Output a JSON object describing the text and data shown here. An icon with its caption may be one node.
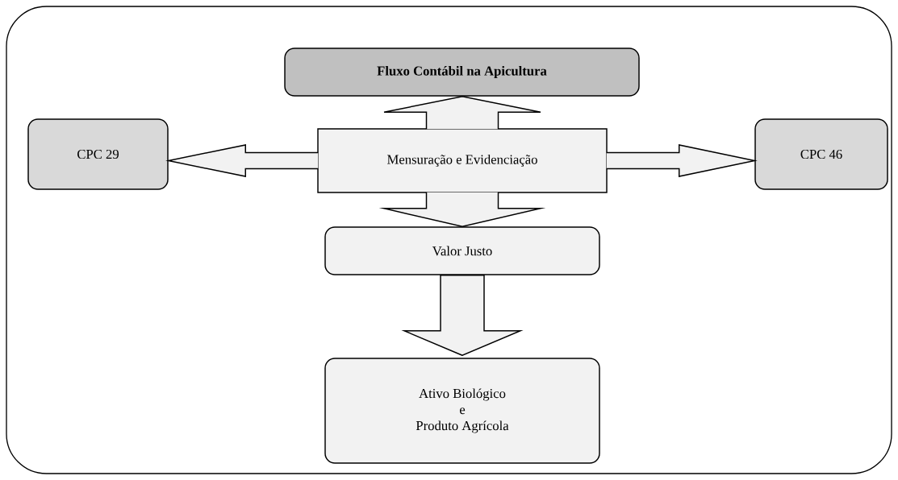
{
  "diagram": {
    "nodes": [
      {
        "text": [],
        "shape": "box"
      },
      {
        "text": [
          "Fluxo Contábil na Apicultura"
        ],
        "in": 0
      },
      {
        "text": [
          "CPC 29"
        ],
        "in": 0
      },
      {
        "text": [
          "Mensuração e Evidenciação"
        ],
        "in": 0
      },
      {
        "text": [
          "CPC 46"
        ],
        "in": 0
      },
      {
        "text": [
          "Valor Justo"
        ],
        "in": 0
      },
      {
        "text": [
          "Ativo Biológico",
          "e",
          "Produto Agrícola"
        ],
        "in": 0
      }
    ],
    "edges": [
      {
        "from": 3,
        "to": 1,
        "arrow": "to"
      },
      {
        "from": 3,
        "to": 2,
        "arrow": "to"
      },
      {
        "from": 3,
        "to": 4,
        "arrow": "to"
      },
      {
        "from": 3,
        "to": 5,
        "arrow": "to"
      },
      {
        "from": 5,
        "to": 6,
        "arrow": "to"
      }
    ]
  }
}
